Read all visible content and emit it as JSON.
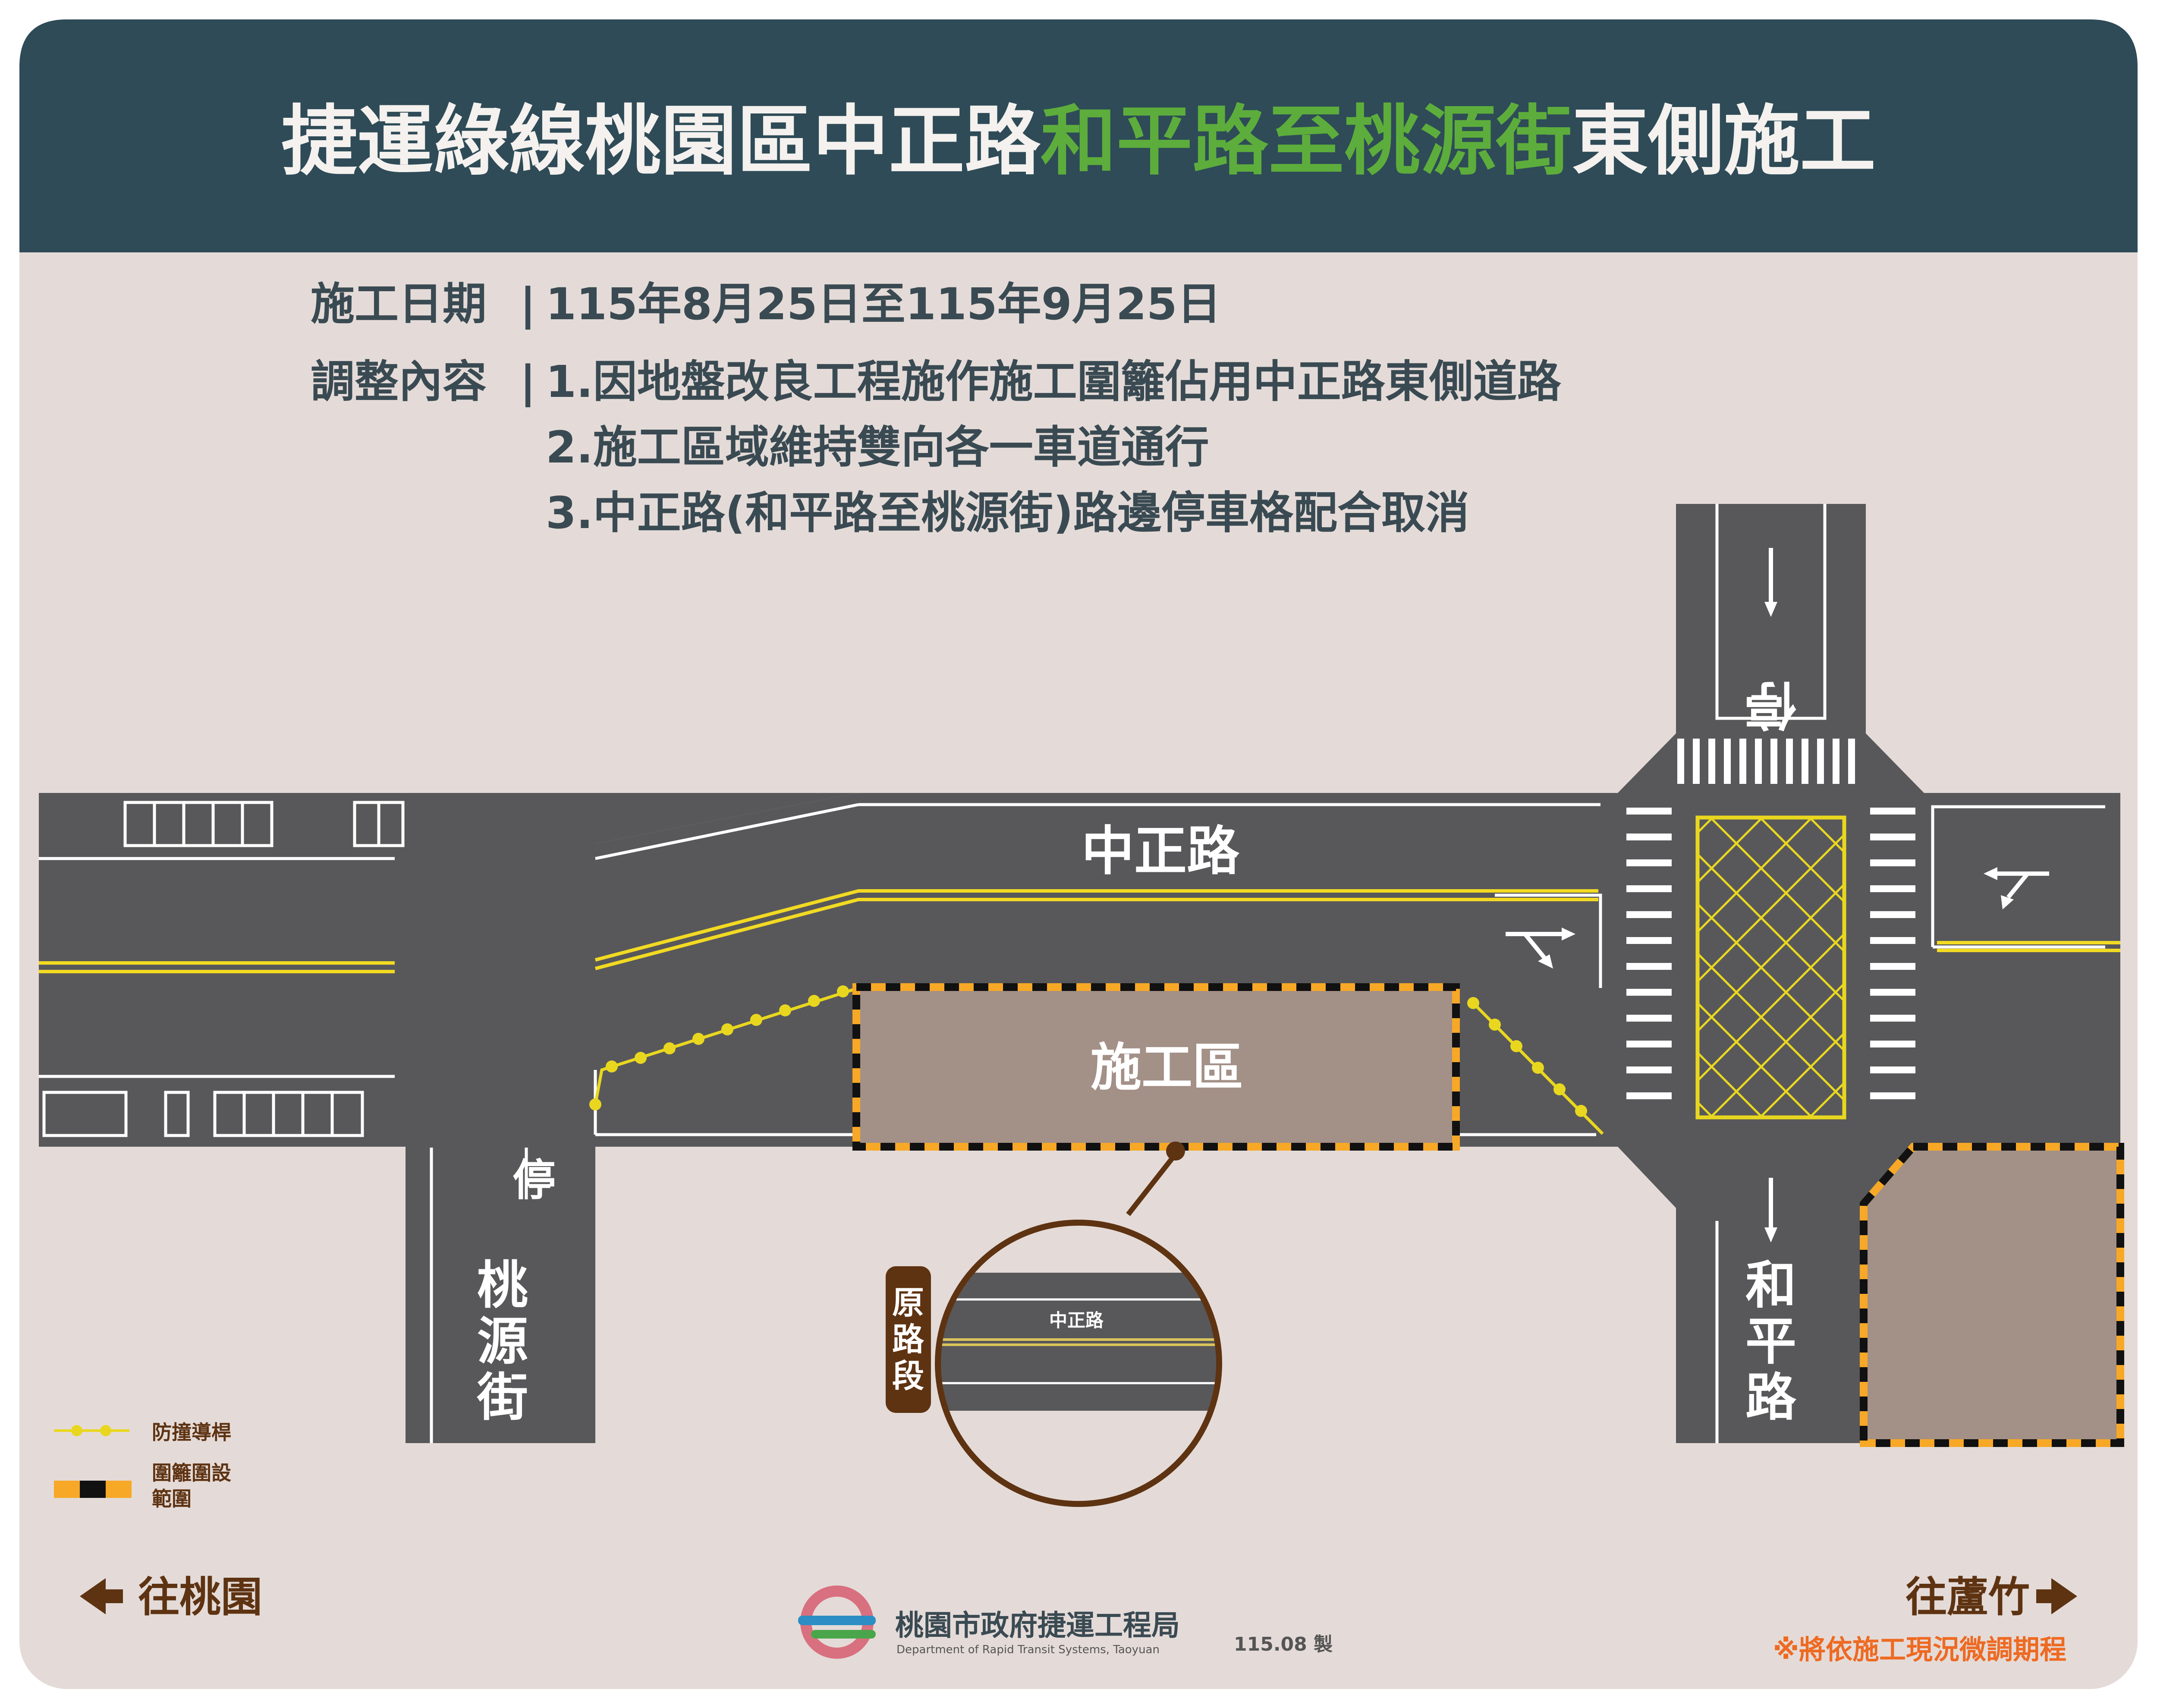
{
  "title": {
    "part1": "捷運綠線桃園區中正路",
    "part2": "和平路至桃源街",
    "part3": "東側施工"
  },
  "info": {
    "date_label": "施工日期",
    "date_sep": "|",
    "date_value": "115年8月25日至115年9月25日",
    "content_label": "調整內容",
    "content_sep": "|",
    "items": [
      "1.因地盤改良工程施作施工圍籬佔用中正路東側道路",
      "2.施工區域維持雙向各一車道通行",
      "3.中正路(和平路至桃源街)路邊停車格配合取消"
    ]
  },
  "map": {
    "main_road": "中正路",
    "zone_label": "施工區",
    "stop_text": "停",
    "taoyuan_st": [
      "桃",
      "源",
      "街"
    ],
    "heping_rd": [
      "和",
      "平",
      "路"
    ],
    "inset_road": "中正路",
    "original_tag": [
      "原",
      "路",
      "段"
    ]
  },
  "legend": {
    "barrier_pole": "防撞導桿",
    "fence_line1": "圍籬圍設",
    "fence_line2": "範圍"
  },
  "directions": {
    "left": "往桃園",
    "right": "往蘆竹"
  },
  "footer": {
    "agency_cn": "桃園市政府捷運工程局",
    "agency_en": "Department of Rapid Transit Systems, Taoyuan",
    "date": "115.08 製",
    "note": "※將依施工現況微調期程"
  },
  "colors": {
    "header_bg": "#2e4b57",
    "title_white": "#f4f1ee",
    "title_green": "#5dad3c",
    "page_bg": "#e4dbd8",
    "road": "#58585a",
    "zone": "#a39087",
    "fence_orange": "#f7a826",
    "marking_yellow": "#f2da22",
    "brown": "#5e3312",
    "note_orange": "#ee6a22",
    "text_dark": "#37474f"
  }
}
